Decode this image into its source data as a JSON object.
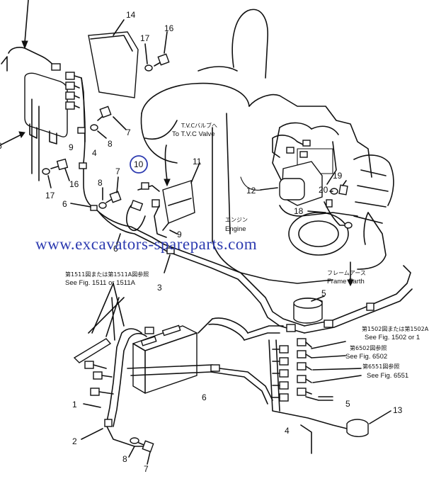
{
  "labels": {
    "n1": "1",
    "n2": "2",
    "n3": "3",
    "n4a": "4",
    "n4b": "4",
    "n5a": "5",
    "n5b": "5",
    "n6a": "6",
    "n6b": "6",
    "n6c": "6",
    "n6d": "6",
    "n7a": "7",
    "n7b": "7",
    "n7c": "7",
    "n8a": "8",
    "n8b": "8",
    "n8c": "8",
    "n9a": "9",
    "n9b": "9",
    "n10": "10",
    "n11": "11",
    "n12": "12",
    "n13": "13",
    "n14": "14",
    "n16a": "16",
    "n16b": "16",
    "n17a": "17",
    "n17b": "17",
    "n18": "18",
    "n19": "19",
    "n20": "20"
  },
  "callouts": {
    "tvc_jp": "T.V.Cバルブへ",
    "tvc_en": "To T.V.C Valve",
    "engine_jp": "エンジン",
    "engine_en": "Engine",
    "frame_jp": "フレームアース",
    "frame_en": "Frame Earth",
    "fig1511_jp": "第1511図または第1511A図参照",
    "fig1511_en": "See Fig. 1511 or 1511A",
    "fig1502_jp": "第1502図または第1502A",
    "fig1502_en": "See Fig. 1502 or 1",
    "fig6502_jp": "第6502図参照",
    "fig6502_en": "See Fig. 6502",
    "fig6551_jp": "第6551図参照",
    "fig6551_en": "See Fig. 6551"
  },
  "watermark": "www.excavators-spareparts.com",
  "colors": {
    "line": "#111111",
    "watermark": "#2d3bb0",
    "highlight_circle": "#2d3bb0",
    "background": "#ffffff"
  }
}
